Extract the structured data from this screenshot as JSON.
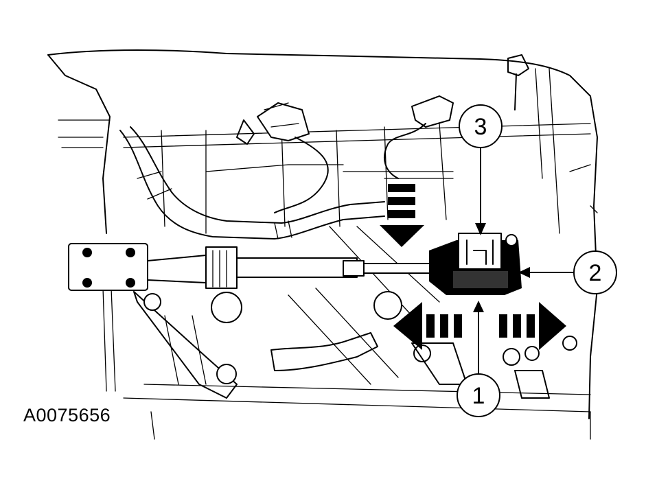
{
  "figure_id": "A0075656",
  "callouts": [
    {
      "number": "1"
    },
    {
      "number": "2"
    },
    {
      "number": "3"
    }
  ],
  "colors": {
    "ink": "#000000",
    "paper": "#ffffff"
  }
}
